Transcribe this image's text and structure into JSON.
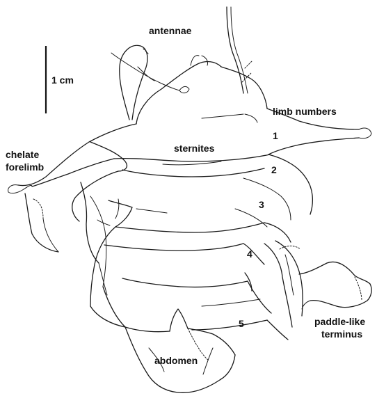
{
  "labels": {
    "antennae": "antennae",
    "scale_bar": "1 cm",
    "limb_numbers": "limb numbers",
    "sternites": "sternites",
    "chelate_forelimb_line1": "chelate",
    "chelate_forelimb_line2": "forelimb",
    "limb_1": "1",
    "limb_2": "2",
    "limb_3": "3",
    "limb_4": "4",
    "limb_5": "5",
    "paddle_line1": "paddle-like",
    "paddle_line2": "terminus",
    "abdomen": "abdomen"
  },
  "colors": {
    "ink": "#1a1a1a",
    "background": "#ffffff"
  }
}
